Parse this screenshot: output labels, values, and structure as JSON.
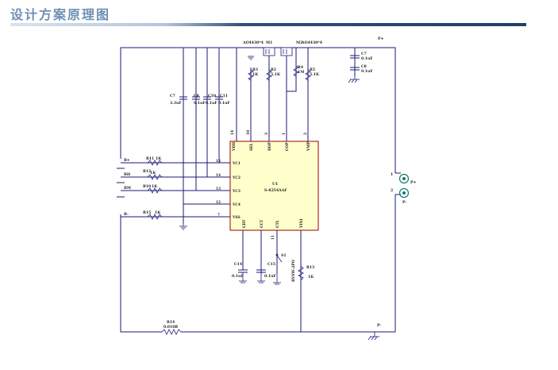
{
  "header": {
    "title": "设计方案原理图"
  },
  "schematic": {
    "chip": {
      "ref": "U1",
      "part": "S-8254AAF"
    },
    "mosfets": {
      "m1_ref": "M1",
      "m1_part": "AO4430*4",
      "m2_ref": "M2",
      "m2_part": "AO4430*4"
    },
    "pins": {
      "vdd": "VDD",
      "sel": "SEL",
      "dop": "DOP",
      "cop": "COP",
      "vmp": "VMP",
      "vc1": "VC1",
      "vc2": "VC2",
      "vc3": "VC3",
      "vc4": "VC4",
      "vss": "VSS",
      "cdt": "CDT",
      "cct": "CCT",
      "ctl": "CTL",
      "vini": "VINI"
    },
    "pin_numbers": {
      "vdd": "14",
      "sel": "10",
      "dop": "3",
      "cop": "1",
      "vmp": "2",
      "vc1": "15",
      "vc2": "14",
      "vc3": "13",
      "vc4": "12",
      "vss": "7",
      "ctl": "11"
    },
    "capacitors": {
      "c7": "C7",
      "c7_value": "3.3uF",
      "c8": "C8",
      "c8_value": "0.1uF",
      "c10": "C10",
      "c10_value": "0.1uF",
      "c11": "C11",
      "c11_value": "0.1uF",
      "c_top": "C7",
      "c_top_value": "0.1uF",
      "c_top2": "C8",
      "c_top2_value": "0.1uF",
      "c14": "C14",
      "c14_value": "0.1uF",
      "c15": "C15",
      "c15_value": "0.1uF"
    },
    "resistors": {
      "r3": "R3",
      "r3_value": "1K",
      "r2": "R2",
      "r2_value": "5.1K",
      "r4": "R4",
      "r4_value": "1M",
      "r5": "R5",
      "r5_value": "5.1K",
      "r11": "R11",
      "r11_value": "1K",
      "r12": "R12",
      "r12_value": "1K",
      "r10": "R10",
      "r10_value": "1K",
      "r13": "R13",
      "r13_value": "1K",
      "r14": "R14",
      "r14_value": "0.010R",
      "r15": "R15",
      "r15_value": "1K"
    },
    "nets": {
      "b_plus": "B+",
      "bh": "BH",
      "bm": "BM",
      "b_minus": "B-",
      "p_plus": "P+",
      "p_minus": "P-",
      "p_plus_conn": "P+",
      "p_minus_conn": "P-",
      "conn_pin1": "1",
      "conn_pin2": "2"
    },
    "switch": {
      "ref": "S1",
      "part": "BYSW-2PO"
    }
  }
}
